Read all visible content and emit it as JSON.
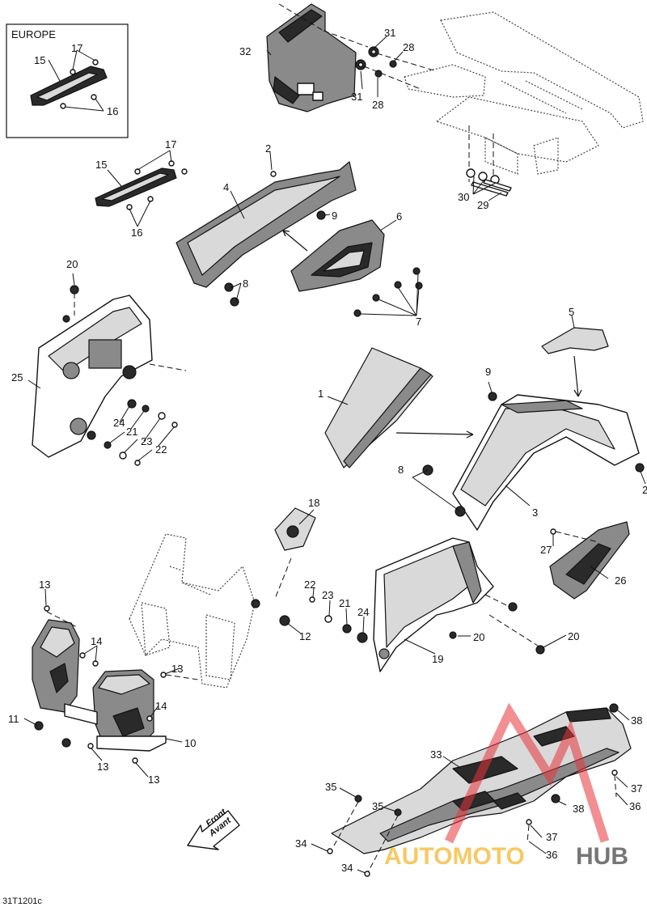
{
  "inset": {
    "title": "EUROPE"
  },
  "callouts": {
    "c1": "1",
    "c2a": "2",
    "c2b": "2",
    "c3": "3",
    "c4": "4",
    "c5": "5",
    "c6": "6",
    "c7": "7",
    "c8a": "8",
    "c8b": "8",
    "c9a": "9",
    "c9b": "9",
    "c10": "10",
    "c11": "11",
    "c12": "12",
    "c13a": "13",
    "c13b": "13",
    "c13c": "13",
    "c13d": "13",
    "c14a": "14",
    "c14b": "14",
    "c15a": "15",
    "c15b": "15",
    "c16a": "16",
    "c16b": "16",
    "c17a": "17",
    "c17b": "17",
    "c18": "18",
    "c19": "19",
    "c20a": "20",
    "c20b": "20",
    "c20c": "20",
    "c21a": "21",
    "c21b": "21",
    "c22a": "22",
    "c22b": "22",
    "c23a": "23",
    "c23b": "23",
    "c24a": "24",
    "c24b": "24",
    "c25": "25",
    "c26": "26",
    "c27": "27",
    "c28a": "28",
    "c28b": "28",
    "c29": "29",
    "c30": "30",
    "c31a": "31",
    "c31b": "31",
    "c32": "32",
    "c33": "33",
    "c34a": "34",
    "c34b": "34",
    "c35a": "35",
    "c35b": "35",
    "c36a": "36",
    "c36b": "36",
    "c37a": "37",
    "c37b": "37",
    "c38a": "38",
    "c38b": "38"
  },
  "front_arrow": {
    "line1": "Front",
    "line2": "Avant"
  },
  "drawing_code": "31T1201c",
  "watermark": {
    "part1": "AUTOMOTO",
    "part2": "HUB",
    "color_a": "#f5b731",
    "color_b": "#555555",
    "color_logo": "#e8333a"
  }
}
